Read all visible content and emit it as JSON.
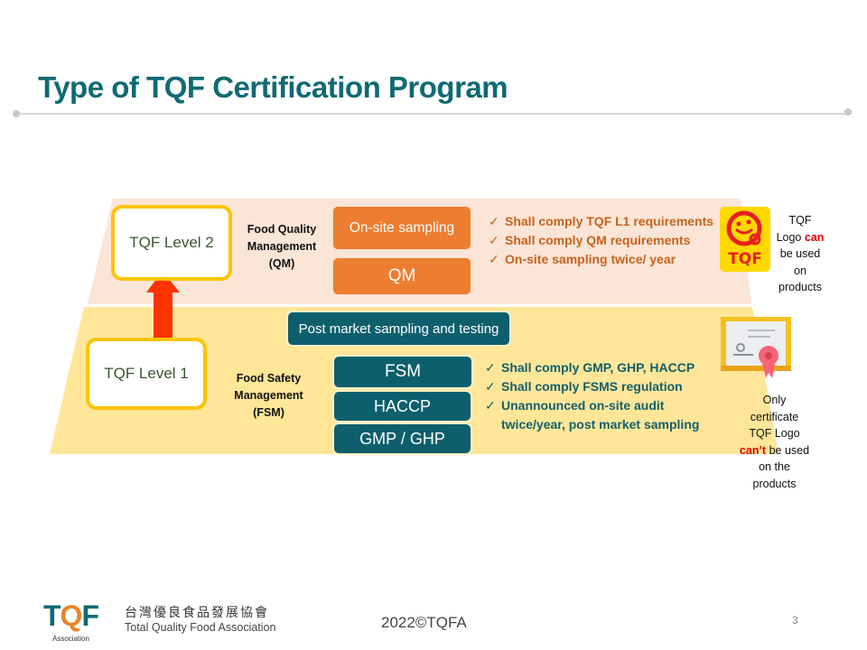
{
  "slide": {
    "title": "Type of TQF Certification Program",
    "page_number": "3",
    "copyright": "2022©TQFA"
  },
  "level2": {
    "label": "TQF Level 2",
    "management": [
      "Food Quality",
      "Management",
      "(QM)"
    ],
    "boxes": [
      "On-site sampling",
      "QM"
    ],
    "requirements": [
      "Shall comply TQF L1 requirements",
      "Shall comply QM requirements",
      "On-site sampling twice/ year"
    ],
    "logo_icon": "tqf-logo-icon",
    "note": {
      "line1": "TQF",
      "line2_prefix": "Logo",
      "line2_emph": "can",
      "line3": "be used",
      "line4": "on",
      "line5": "products"
    }
  },
  "level1": {
    "label": "TQF Level 1",
    "management": [
      "Food Safety",
      "Management",
      "(FSM)"
    ],
    "top_box": "Post market sampling and testing",
    "boxes": [
      "FSM",
      "HACCP",
      "GMP / GHP"
    ],
    "requirements": [
      "Shall comply GMP, GHP, HACCP",
      "Shall comply FSMS regulation",
      "Unannounced on-site audit twice/year, post market sampling"
    ],
    "certificate_icon": "certificate-icon",
    "note": {
      "line1": "Only",
      "line2": "certificate",
      "line3": "TQF Logo",
      "line4_emph": "can’t",
      "line4_suffix": "be used",
      "line5": "on the",
      "line6": "products"
    }
  },
  "footer": {
    "logo_text": "TQF",
    "logo_sub": "Association",
    "org_cn": "台灣優良食品發展協會",
    "org_en": "Total Quality Food Association"
  },
  "colors": {
    "title": "#0f6a74",
    "orange": "#ed7d31",
    "teal": "#0e5f6e",
    "band_top": "#fbe5d6",
    "band_bottom": "#ffe699",
    "arrow": "#ff3300",
    "level_border": "#fbc400"
  }
}
